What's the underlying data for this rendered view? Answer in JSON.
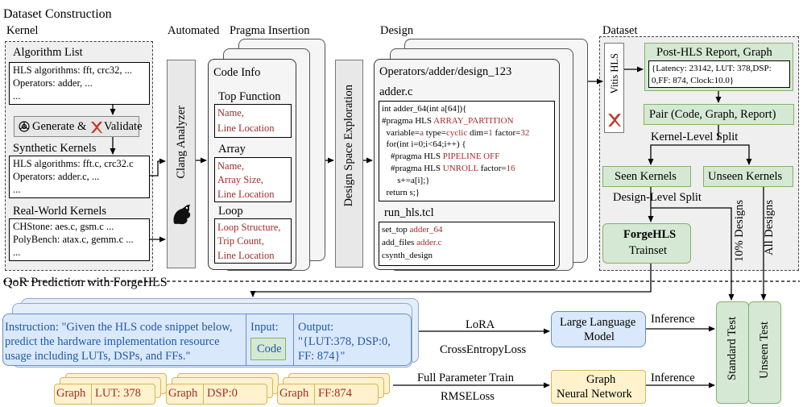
{
  "section_titles": {
    "dataset_construction": "Dataset Construction",
    "qor_prediction": "QoR Prediction with ForgeHLS"
  },
  "column_headers": {
    "kernel": "Kernel",
    "automated": "Automated",
    "pragma_insertion": "Pragma Insertion",
    "design": "Design",
    "dataset": "Dataset"
  },
  "kernel_panel": {
    "algorithm_list": {
      "title": "Algorithm List",
      "lines": [
        "HLS algorithms: fft, crc32, ...",
        "Operators: adder, ...",
        "..."
      ]
    },
    "generate_button": {
      "generate": "Generate &",
      "validate": "Validate"
    },
    "synthetic_kernels": {
      "title": "Synthetic Kernels",
      "lines": [
        "HLS algorithms: fft.c, crc32.c",
        "Operators: adder.c, ...",
        "..."
      ]
    },
    "real_world_kernels": {
      "title": "Real-World Kernels",
      "lines": [
        "CHStone: aes.c, gsm.c ...",
        "PolyBench: atax.c, gemm.c ...",
        "..."
      ]
    }
  },
  "clang_analyzer": "Clang Analyzer",
  "code_info": {
    "title": "Code Info",
    "top_function": {
      "title": "Top Function",
      "items": [
        "Name,",
        "Line Location"
      ]
    },
    "array": {
      "title": "Array",
      "items": [
        "Name,",
        "Array Size,",
        "Line Location"
      ]
    },
    "loop": {
      "title": "Loop",
      "items": [
        "Loop Structure,",
        "Trip Count,",
        "Line Location"
      ]
    }
  },
  "design_space_exploration": "Design Space Exploration",
  "design_card": {
    "path": "Operators/adder/design_123",
    "file1": "adder.c",
    "code1": [
      [
        {
          "t": "int adder_64(int a[64]){"
        }
      ],
      [
        {
          "t": "#pragma HLS "
        },
        {
          "t": "ARRAY_PARTITION",
          "r": true
        }
      ],
      [
        {
          "t": "  variable="
        },
        {
          "t": "a",
          "r": true
        },
        {
          "t": " type="
        },
        {
          "t": "cyclic",
          "r": true
        },
        {
          "t": " dim="
        },
        {
          "t": "1",
          "r": true
        },
        {
          "t": " factor="
        },
        {
          "t": "32",
          "r": true
        }
      ],
      [
        {
          "t": "  for(int i=0;i<64;i++) {"
        }
      ],
      [
        {
          "t": "    #pragma HLS "
        },
        {
          "t": "PIPELINE OFF",
          "r": true
        }
      ],
      [
        {
          "t": "    #pragma HLS "
        },
        {
          "t": "UNROLL",
          "r": true
        },
        {
          "t": " factor="
        },
        {
          "t": "16",
          "r": true
        }
      ],
      [
        {
          "t": "       s+=a[i];}"
        }
      ],
      [
        {
          "t": "  return s;}"
        }
      ]
    ],
    "file2": "run_hls.tcl",
    "code2": [
      [
        {
          "t": "set_top "
        },
        {
          "t": "adder_64",
          "r": true
        }
      ],
      [
        {
          "t": "add_files "
        },
        {
          "t": "adder.c",
          "r": true
        }
      ],
      [
        {
          "t": "csynth_design"
        }
      ]
    ]
  },
  "dataset_panel": {
    "vitis_hls": "Vitis HLS",
    "report_title": "Post-HLS Report, Graph",
    "report_lines": [
      "{Latency: 23142, LUT: 378,DSP:",
      "0,FF: 874, Clock:10.0}"
    ],
    "pair": "Pair (Code, Graph, Report)",
    "kernel_level_split": "Kernel-Level Split",
    "seen_kernels": "Seen Kernels",
    "unseen_kernels": "Unseen Kernels",
    "design_level_split": "Design-Level Split",
    "forgehls": "ForgeHLS",
    "trainset": "Trainset",
    "ten_percent": "10% Designs",
    "all_designs": "All Designs"
  },
  "qor": {
    "instruction": [
      "Instruction: \"Given the HLS code snippet below,",
      "predict the hardware implementation resource",
      "usage including LUTs, DSPs, and FFs.\""
    ],
    "input_label": "Input:",
    "code_label": "Code",
    "output_lines": [
      "Output:",
      "\"{LUT:378, DSP:0,",
      "FF: 874}\""
    ],
    "lora": "LoRA",
    "ce_loss": "CrossEntropyLoss",
    "llm": [
      "Large Language",
      "Model"
    ],
    "inference1": "Inference",
    "graphs": [
      {
        "tag": "Graph",
        "value": "LUT: 378"
      },
      {
        "tag": "Graph",
        "value": "DSP:0"
      },
      {
        "tag": "Graph",
        "value": "FF:874"
      }
    ],
    "full_param": "Full Parameter Train",
    "rmse": "RMSELoss",
    "gnn": [
      "Graph",
      "Neural Network"
    ],
    "inference2": "Inference",
    "standard_test": "Standard Test",
    "unseen_test": "Unseen Test"
  },
  "colors": {
    "green_fill": "#d5e8d4",
    "green_stroke": "#82b366",
    "yellow_fill": "#fff2cc",
    "yellow_stroke": "#d6b656",
    "blue_fill": "#dae8fc",
    "blue_stroke": "#6c8ebf",
    "red_text": "#a52a2a"
  }
}
